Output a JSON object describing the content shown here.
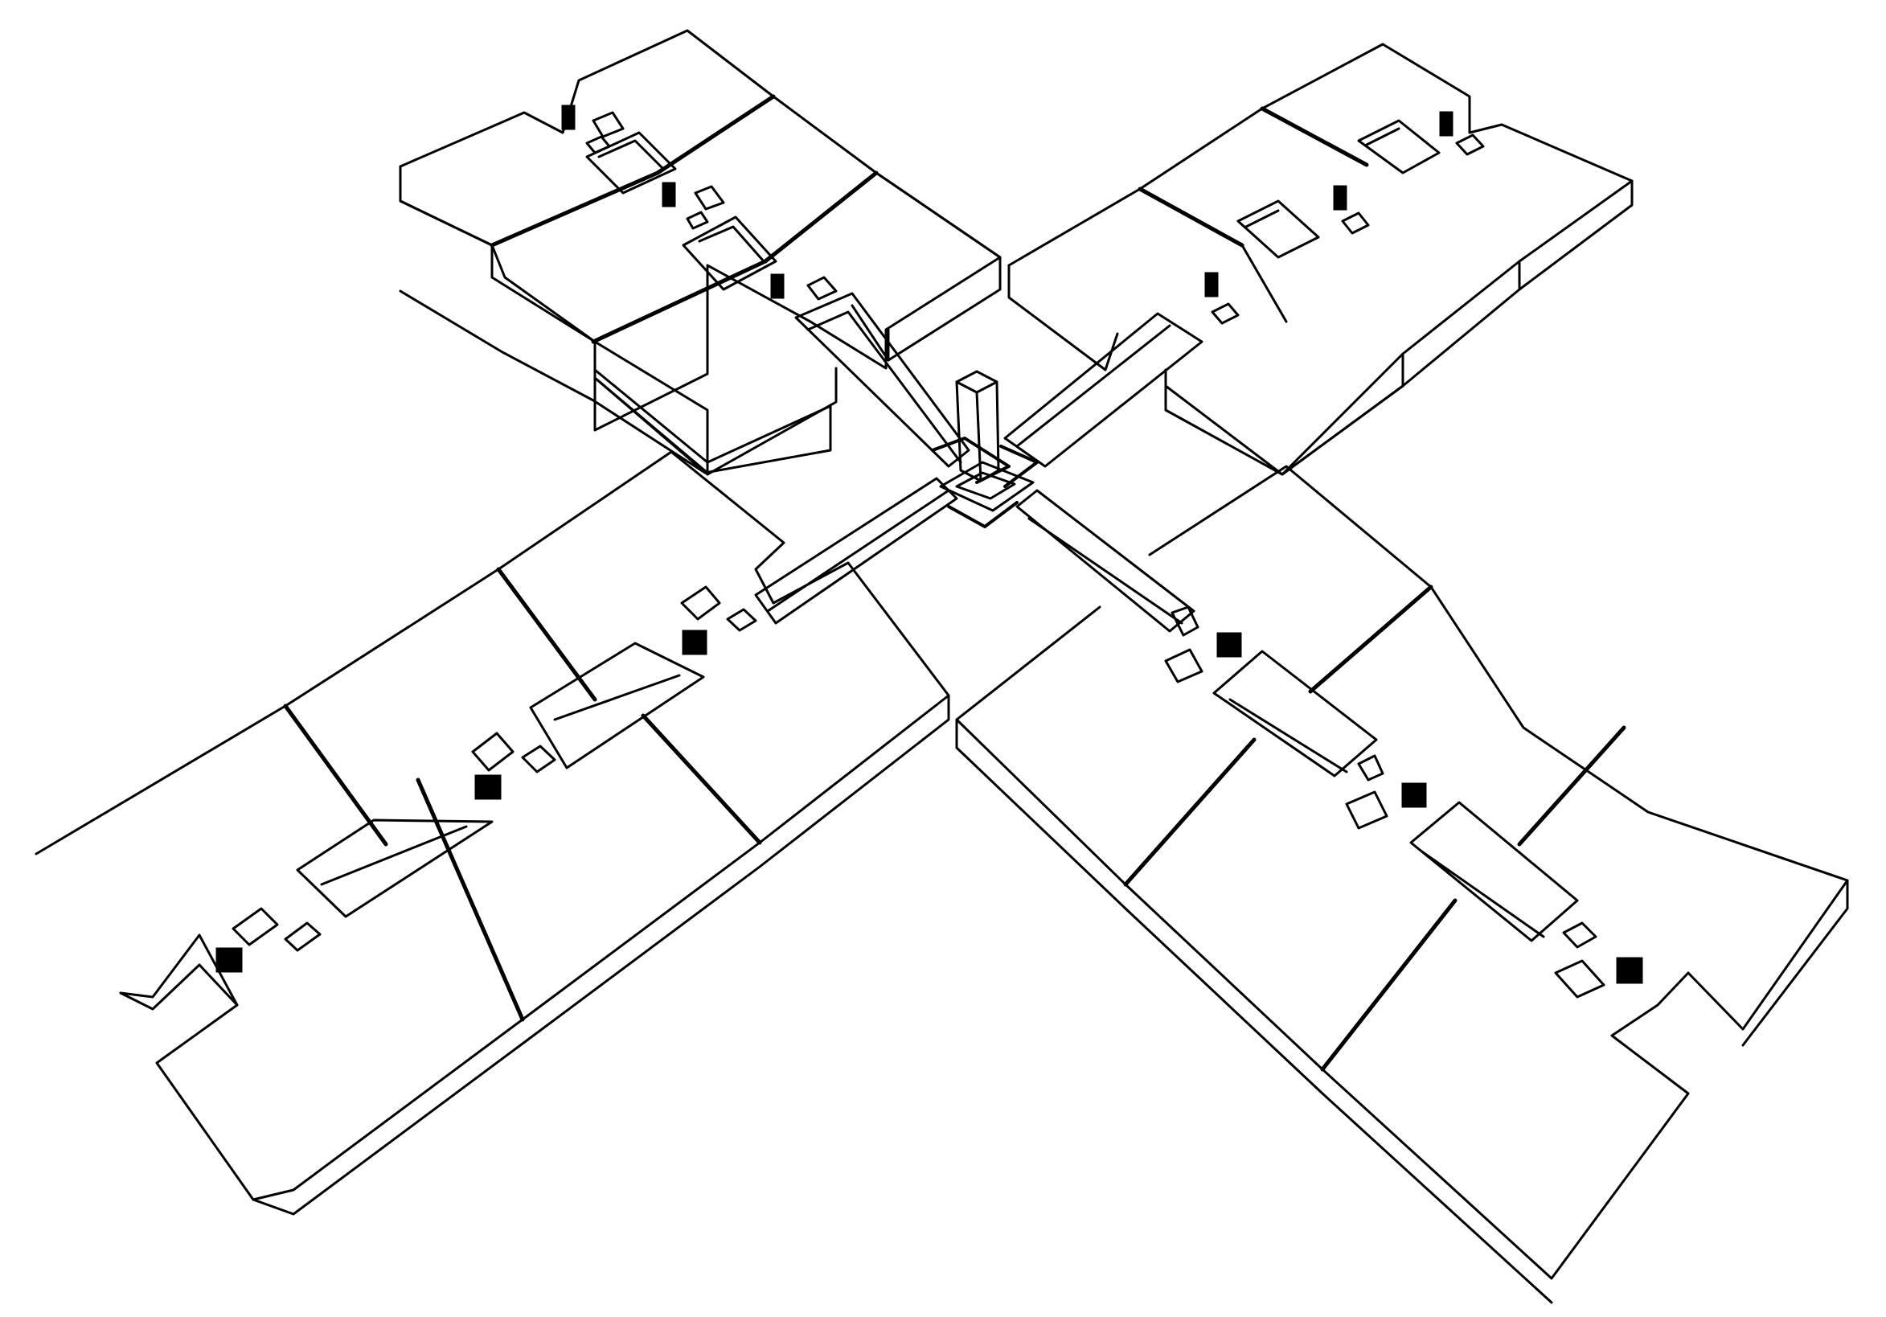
{
  "diagram": {
    "kind": "isometric line drawing",
    "stroke_color": "#000000",
    "background_color": "#ffffff",
    "arms": [
      "north-west",
      "north-east",
      "south-west",
      "south-east"
    ],
    "central_tower": "tower-block"
  }
}
